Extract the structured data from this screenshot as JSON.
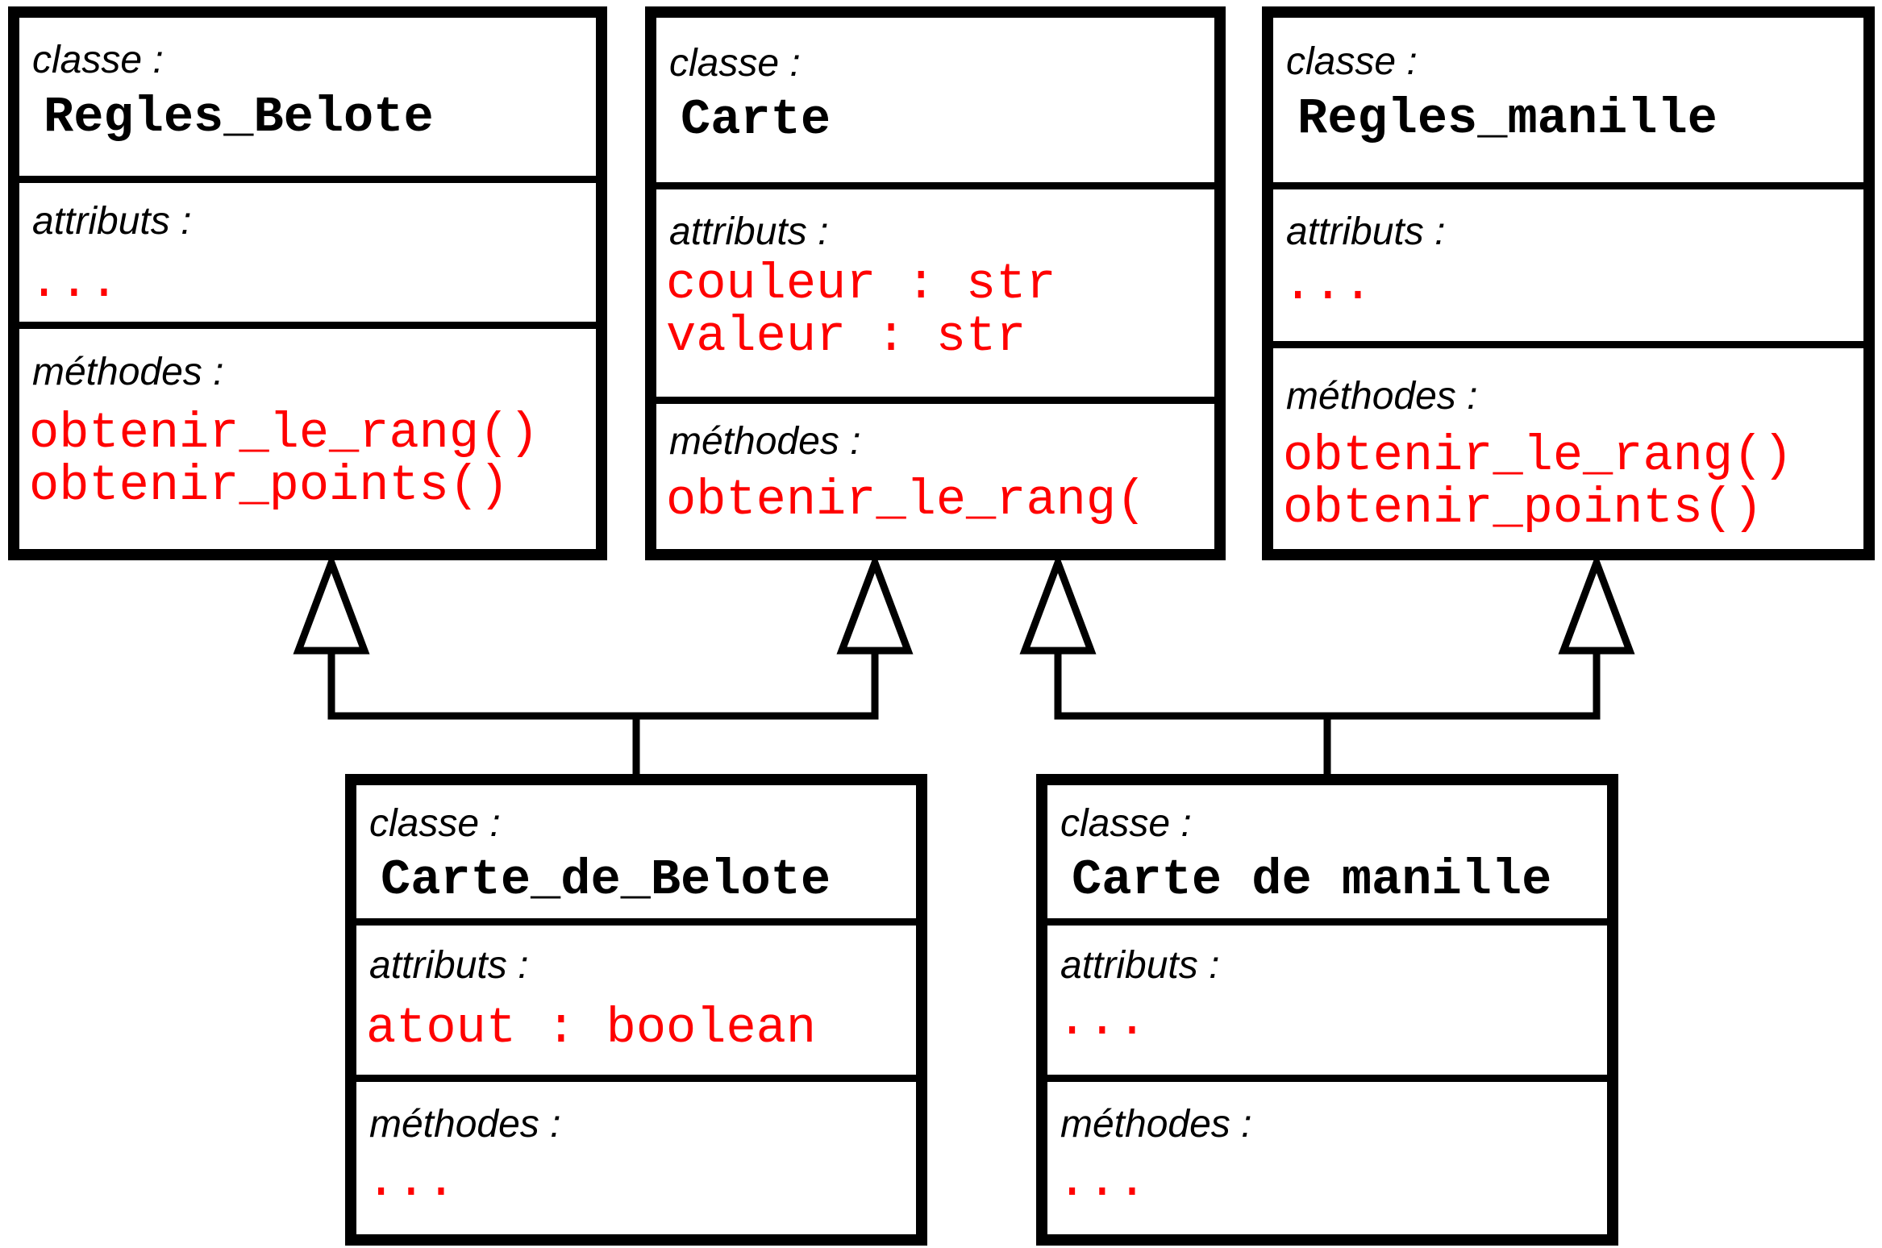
{
  "diagram": {
    "type": "uml-class-diagram",
    "language": "fr",
    "colors": {
      "background": "#ffffff",
      "border": "#000000",
      "label_text": "#000000",
      "class_name_text": "#000000",
      "member_text": "#ff0000"
    },
    "labels": {
      "classe": "classe :",
      "attributs": "attributs :",
      "methodes": "méthodes :"
    },
    "classes": [
      {
        "name": "Regles_Belote",
        "attributes": [
          "..."
        ],
        "methods": [
          "obtenir_le_rang()",
          "obtenir_points()"
        ]
      },
      {
        "name": "Carte",
        "attributes": [
          "couleur : str",
          "valeur : str"
        ],
        "methods": [
          "obtenir_le_rang("
        ]
      },
      {
        "name": "Regles_manille",
        "attributes": [
          "..."
        ],
        "methods": [
          "obtenir_le_rang()",
          "obtenir_points()"
        ]
      },
      {
        "name": "Carte_de_Belote",
        "attributes": [
          "atout : boolean"
        ],
        "methods": [
          "..."
        ]
      },
      {
        "name": "Carte de manille",
        "attributes": [
          "..."
        ],
        "methods": [
          "..."
        ]
      }
    ],
    "relations": [
      {
        "type": "inheritance",
        "from": "Carte_de_Belote",
        "to": "Regles_Belote"
      },
      {
        "type": "inheritance",
        "from": "Carte_de_Belote",
        "to": "Carte"
      },
      {
        "type": "inheritance",
        "from": "Carte de manille",
        "to": "Carte"
      },
      {
        "type": "inheritance",
        "from": "Carte de manille",
        "to": "Regles_manille"
      }
    ]
  }
}
